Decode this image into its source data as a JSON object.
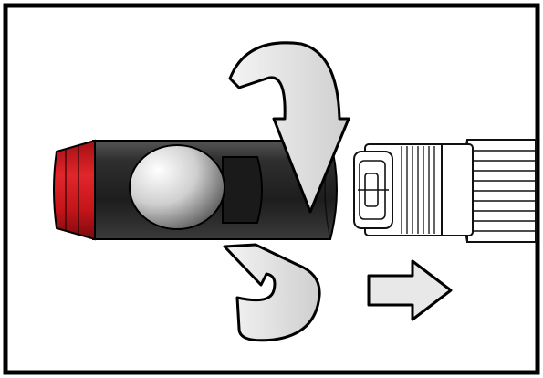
{
  "figure": {
    "kind": "instruction-illustration",
    "description_free": true,
    "colors": {
      "frame": "#000000",
      "background": "#ffffff",
      "cap_red": "#d11a1f",
      "barrel_dark": "#2a2a2a",
      "arrow_fill": "#e6e6e6",
      "outline": "#111111"
    },
    "icons": [
      "rotate-arrow-upper",
      "rotate-arrow-lower",
      "push-right-arrow",
      "device-barrel",
      "red-end-cap",
      "oval-window",
      "threaded-connector",
      "ribbed-tube"
    ]
  }
}
